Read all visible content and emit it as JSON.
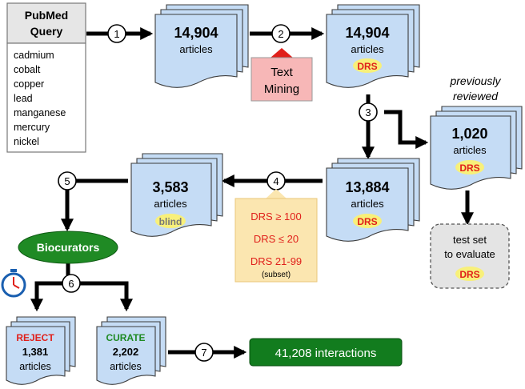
{
  "query": {
    "title_line1": "PubMed",
    "title_line2": "Query",
    "metals": [
      "cadmium",
      "cobalt",
      "copper",
      "lead",
      "manganese",
      "mercury",
      "nickel"
    ]
  },
  "steps": [
    "1",
    "2",
    "3",
    "4",
    "5",
    "6",
    "7"
  ],
  "docs": {
    "all": {
      "count": "14,904",
      "label": "articles"
    },
    "scored": {
      "count": "14,904",
      "label": "articles",
      "badge": "DRS"
    },
    "reviewed": {
      "count": "1,020",
      "label": "articles",
      "badge": "DRS"
    },
    "remaining": {
      "count": "13,884",
      "label": "articles",
      "badge": "DRS"
    },
    "blind": {
      "count": "3,583",
      "label": "articles",
      "badge": "blind"
    },
    "reject": {
      "tag": "REJECT",
      "count": "1,381",
      "label": "articles"
    },
    "curate": {
      "tag": "CURATE",
      "count": "2,202",
      "label": "articles"
    }
  },
  "text_mining": {
    "line1": "Text",
    "line2": "Mining"
  },
  "previously": {
    "line1": "previously",
    "line2": "reviewed"
  },
  "test_set": {
    "line1": "test set",
    "line2": "to evaluate",
    "badge": "DRS"
  },
  "criteria": {
    "c1": "DRS ≥ 100",
    "c2": "DRS ≤ 20",
    "c3": "DRS 21-99",
    "c4": "(subset)"
  },
  "biocurators": "Biocurators",
  "interactions": "41,208 interactions",
  "colors": {
    "doc_fill": "#c5dcf5",
    "doc_stroke": "#3c3c3c",
    "red": "#e0201b",
    "badge_fill": "#f8f07a",
    "green": "#1f8a24",
    "dark_green": "#127c1e",
    "mining_fill": "#f7b7b7",
    "criteria_fill": "#fbe6b0"
  }
}
